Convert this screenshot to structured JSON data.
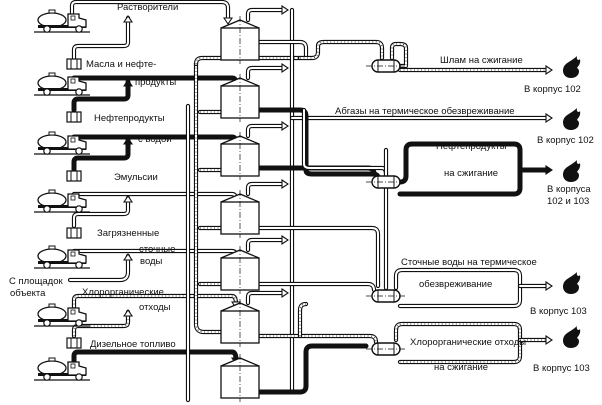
{
  "diagram": {
    "title_hidden": "",
    "inputs": [
      {
        "id": "solvents",
        "label": "Растворители"
      },
      {
        "id": "oils",
        "label_line1": "Масла и нефте-",
        "label_line2": "продукты"
      },
      {
        "id": "oil_water",
        "label_line1": "Нефтепродукты",
        "label_line2": "с водой"
      },
      {
        "id": "emulsions",
        "label": "Эмульсии"
      },
      {
        "id": "wastewater",
        "label_line1": "Загрязненные",
        "label_line2": "сточные",
        "label_line3": "воды"
      },
      {
        "id": "chloro",
        "label_line1": "Хлорорганические",
        "label_line2": "отходы"
      },
      {
        "id": "diesel",
        "label": "Дизельное топливо"
      }
    ],
    "site_label_line1": "С площадок",
    "site_label_line2": "объекта",
    "outputs": [
      {
        "id": "sludge",
        "label": "Шлам на сжигание",
        "dest": "В корпус 102"
      },
      {
        "id": "offgas",
        "label": "Абгазы на термическое обезвреживание",
        "dest": "В корпус 102"
      },
      {
        "id": "oilburn",
        "label_line1": "Нефтепродукты",
        "label_line2": "на сжигание",
        "dest_line1": "В корпуса",
        "dest_line2": "102 и 103"
      },
      {
        "id": "wwthermal",
        "label_line1": "Сточные воды на термическое",
        "label_line2": "обезвреживание",
        "dest": "В корпус 103"
      },
      {
        "id": "chloroburn",
        "label_line1": "Хлорорганические отходы",
        "label_line2": "на сжигание",
        "dest": "В корпус 103"
      }
    ],
    "tank_count": 7,
    "colors": {
      "ink": "#111111",
      "paper": "#ffffff"
    }
  }
}
